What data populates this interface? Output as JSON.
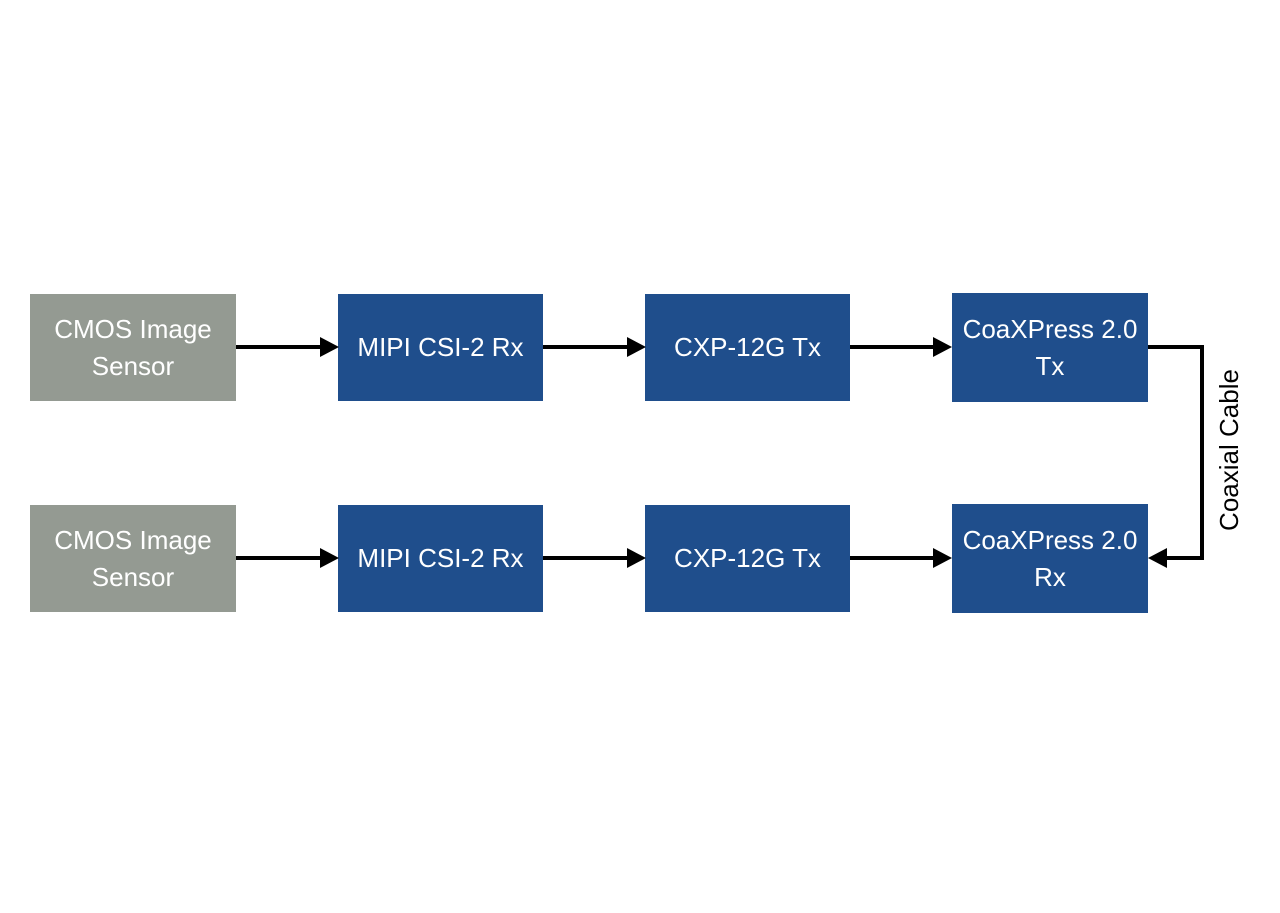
{
  "diagram": {
    "colors": {
      "background": "#ffffff",
      "box_blue": "#1F4E8C",
      "box_gray": "#949A92",
      "box_text": "#ffffff",
      "label_text": "#000000",
      "line": "#000000"
    },
    "rows": [
      {
        "boxes": [
          {
            "name": "cmos-image-sensor",
            "lines": [
              "CMOS Image",
              "Sensor"
            ]
          },
          {
            "name": "mipi-csi2-rx",
            "lines": [
              "MIPI CSI-2 Rx"
            ]
          },
          {
            "name": "cxp-12g-tx",
            "lines": [
              "CXP-12G Tx"
            ]
          },
          {
            "name": "coaxpress-2-0-tx",
            "lines": [
              "CoaXPress 2.0",
              "Tx"
            ]
          }
        ]
      },
      {
        "boxes": [
          {
            "name": "cmos-image-sensor",
            "lines": [
              "CMOS Image",
              "Sensor"
            ]
          },
          {
            "name": "mipi-csi2-rx",
            "lines": [
              "MIPI CSI-2 Rx"
            ]
          },
          {
            "name": "cxp-12g-tx",
            "lines": [
              "CXP-12G Tx"
            ]
          },
          {
            "name": "coaxpress-2-0-rx",
            "lines": [
              "CoaXPress 2.0",
              "Rx"
            ]
          }
        ]
      }
    ],
    "cable_label": "Coaxial Cable"
  }
}
